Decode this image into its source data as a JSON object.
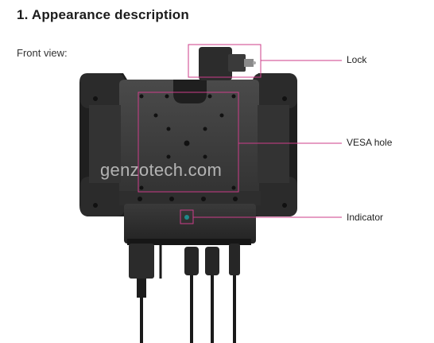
{
  "section": {
    "heading": "1. Appearance description",
    "view_label": "Front view:"
  },
  "callouts": {
    "lock": "Lock",
    "vesa_hole": "VESA hole",
    "indicator": "Indicator"
  },
  "watermark": "genzotech.com",
  "colors": {
    "callout_line": "#cc3d8a",
    "device_body": "#2a2a2a",
    "device_dark": "#1a1a1a"
  }
}
